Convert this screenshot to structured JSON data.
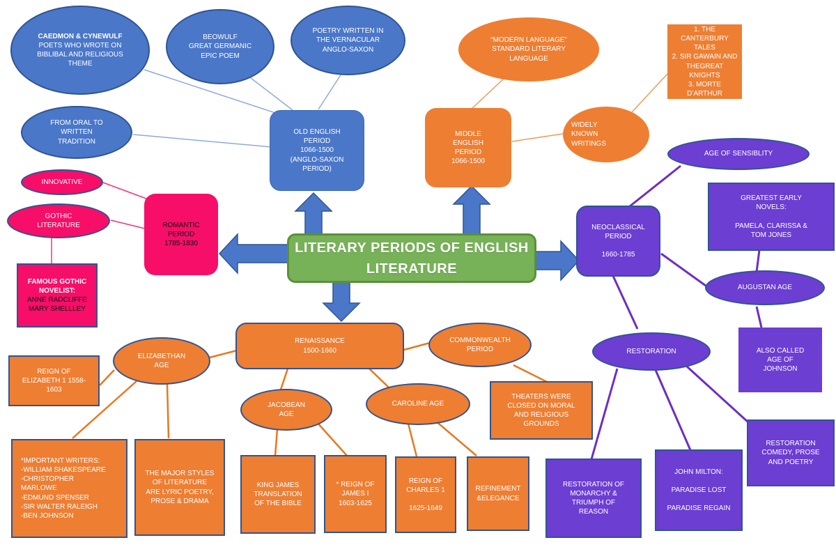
{
  "diagram_title": "LITERARY PERIODS OF ENGLISH LITERATURE",
  "palette": {
    "blue_fill": "#4a77c8",
    "orange_fill": "#ee7e32",
    "purple_fill": "#6c3ed2",
    "pink_fill": "#f60e68",
    "green_fill": "#77b158",
    "navy_border": "#2e5494",
    "green_border": "#5a9138",
    "line_blue": "#8faadc",
    "line_orange_light": "#f09a5d",
    "line_orange": "#e8771e",
    "line_purple": "#6c2dc7",
    "line_pink": "#f5317f",
    "arrow_fill": "#4a77c8"
  },
  "nodes": {
    "caedmon": {
      "title": "CAEDMON & CYNEWULF",
      "body": "POETS WHO WROTE ON\nBIBLIBAL AND RELIGIOUS\nTHEME"
    },
    "beowulf": {
      "text": "BEOWULF\nGREAT GERMANIC\nEPIC POEM"
    },
    "poetry_vernacular": {
      "text": "POETRY WRITTEN IN\nTHE VERNACULAR\nANGLO-SAXON"
    },
    "oral_tradition": {
      "text": "FROM ORAL TO\nWRITTEN\nTRADITION"
    },
    "old_english": {
      "text": "OLD ENGLISH\nPERIOD\n1066-1500\n(ANGLO-SAXON\nPERIOD)"
    },
    "modern_language": {
      "text": "“MODERN LANGUAGE”\nSTANDARD LITERARY\nLANGUAGE"
    },
    "middle_english": {
      "text": "MIDDLE\nENGLISH\nPERIOD\n1066-1500"
    },
    "canterbury": {
      "text": "1. THE CANTERBURY\nTALES\n2. SIR GAWAIN AND\nTHEGREAT KNIGHTS\n3. MORTE D’ARTHUR"
    },
    "widely_known": {
      "text": "WIDELY\nKNOWN\nWRITINGS"
    },
    "age_sensibility": {
      "text": "AGE OF SENSIBLITY"
    },
    "neoclassical": {
      "text": "NEOCLASSICAL\nPERIOD\n\n1660-1785"
    },
    "greatest_novels": {
      "text": "GREATEST EARLY\nNOVELS:\n\nPAMELA, CLARISSA &\nTOM JONES"
    },
    "augustan": {
      "text": "AUGUSTAN AGE"
    },
    "also_called": {
      "text": "ALSO CALLED\nAGE OF\nJOHNSON"
    },
    "restoration": {
      "text": "RESTORATION"
    },
    "restoration_comedy": {
      "text": "RESTORATION\nCOMEDY, PROSE\nAND POETRY"
    },
    "john_milton": {
      "text": "JOHN MILTON:\n\nPARADISE LOST\n\nPARADISE REGAIN"
    },
    "restoration_monarchy": {
      "text": "RESTORATION OF\nMONARCHY &\nTRIUMPH OF\nREASON"
    },
    "innovative": {
      "text": "INNOVATIVE"
    },
    "gothic": {
      "text": "GOTHIC\nLITERATURE"
    },
    "famous_gothic": {
      "title": "FAMOUS GOTHIC\nNOVELIST:",
      "body": "ANNE RADCLIFFE\nMARY SHELLLEY"
    },
    "romantic": {
      "text": "ROMANTIC\nPERIOD\n1785-1830"
    },
    "center_title": {
      "text": "LITERARY PERIODS OF ENGLISH\nLITERATURE"
    },
    "renaissance": {
      "text": "RENAISSANCE\n1500-1660"
    },
    "commonwealth": {
      "text": "COMMONWEALTH\nPERIOD"
    },
    "elizabethan": {
      "text": "ELIZABETHAN\nAGE"
    },
    "jacobean": {
      "text": "JACOBEAN\nAGE"
    },
    "caroline": {
      "text": "CAROLINE AGE"
    },
    "reign_elizabeth": {
      "text": "REIGN OF\nELIZABETH 1 1558-\n1603"
    },
    "theaters": {
      "text": "THEATERS WERE\nCLOSED ON MORAL\nAND RELIGIOUS\nGROUNDS"
    },
    "important_writers": {
      "text": "*IMPORTANT WRITERS:\n-WILLIAM SHAKESPEARE\n-CHRISTOPHER\nMARLOWE\n-EDMUND SPENSER\n-SIR WALTER RALEIGH\n-BEN JOHNSON"
    },
    "major_styles": {
      "text": "THE MAJOR STYLES\nOF LITERATURE\nARE LYRIC POETRY,\nPROSE & DRAMA"
    },
    "king_james": {
      "text": "KING JAMES\nTRANSLATION\nOF THE BIBLE"
    },
    "reign_james": {
      "text": "* REIGN OF\nJAMES I\n1603-1625"
    },
    "reign_charles": {
      "text": "REIGN OF\nCHARLES 1\n\n1625-1649"
    },
    "refinement": {
      "text": "REFINEMENT\n&ELEGANCE"
    }
  }
}
